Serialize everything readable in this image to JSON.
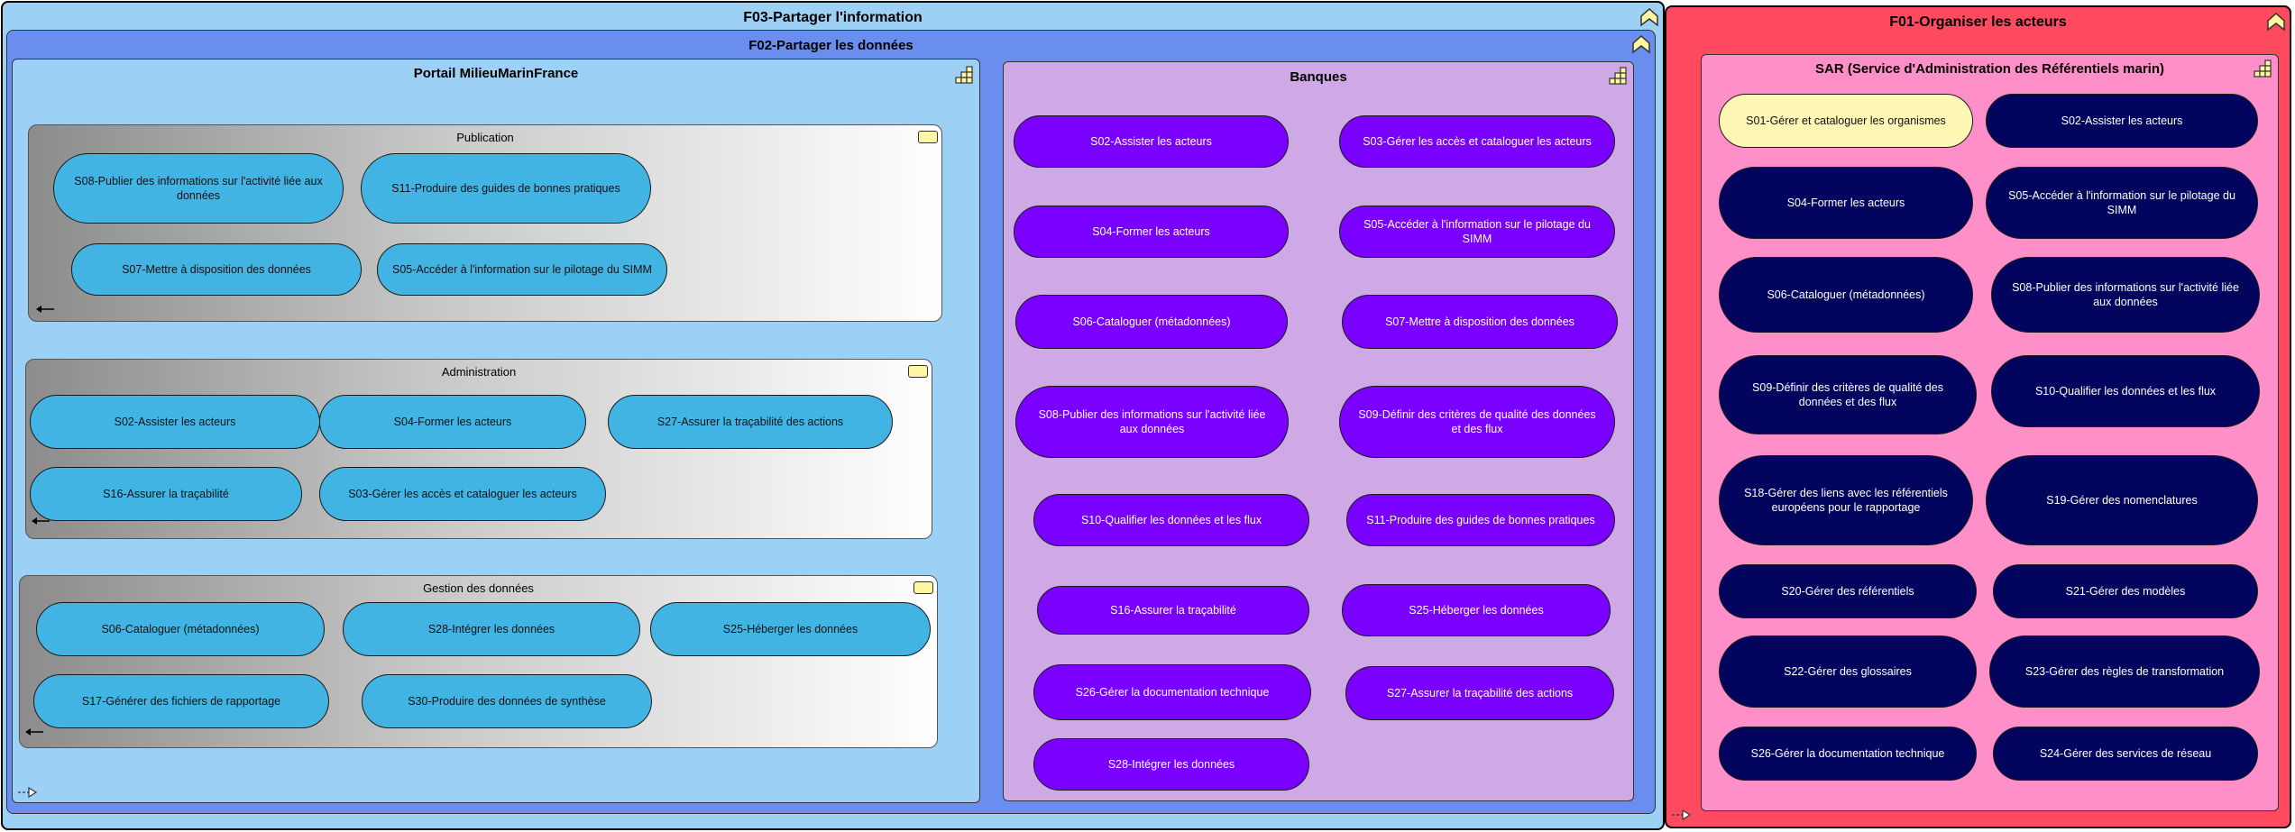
{
  "f03": {
    "title": "F03-Partager l'information"
  },
  "f02": {
    "title": "F02-Partager les données"
  },
  "portail": {
    "title": "Portail MilieuMarinFrance",
    "publication": {
      "title": "Publication",
      "items": [
        "S08-Publier des informations sur l'activité liée aux données",
        "S11-Produire des guides de bonnes pratiques",
        "S07-Mettre à disposition des données",
        "S05-Accéder à l'information sur le pilotage du SIMM"
      ]
    },
    "administration": {
      "title": "Administration",
      "items": [
        "S02-Assister les acteurs",
        "S04-Former les acteurs",
        "S27-Assurer la traçabilité des actions",
        "S16-Assurer la traçabilité",
        "S03-Gérer les accès et cataloguer les acteurs"
      ]
    },
    "gestion": {
      "title": "Gestion des données",
      "items": [
        "S06-Cataloguer (métadonnées)",
        "S28-Intégrer les données",
        "S25-Héberger les données",
        "S17-Générer des fichiers de rapportage",
        "S30-Produire des données de synthèse"
      ]
    }
  },
  "banques": {
    "title": "Banques",
    "items": [
      "S02-Assister les acteurs",
      "S03-Gérer les accès et cataloguer les acteurs",
      "S04-Former les acteurs",
      "S05-Accéder à l'information sur le pilotage du SIMM",
      "S06-Cataloguer (métadonnées)",
      "S07-Mettre à disposition des données",
      "S08-Publier des informations sur l'activité liée aux données",
      "S09-Définir des critères de qualité des données et des flux",
      "S10-Qualifier les données et les flux",
      "S11-Produire des guides de bonnes pratiques",
      "S16-Assurer la traçabilité",
      "S25-Héberger les données",
      "S26-Gérer la documentation technique",
      "S27-Assurer la traçabilité des actions",
      "S28-Intégrer les données"
    ]
  },
  "f01": {
    "title": "F01-Organiser les acteurs"
  },
  "sar": {
    "title": "SAR (Service d'Administration des Référentiels marin)",
    "items": [
      "S01-Gérer et cataloguer les organismes",
      "S02-Assister les acteurs",
      "S04-Former les acteurs",
      "S05-Accéder à l'information sur le pilotage du SIMM",
      "S06-Cataloguer (métadonnées)",
      "S08-Publier des informations sur l'activité liée aux données",
      "S09-Définir des critères de qualité des données et des flux",
      "S10-Qualifier les données et les flux",
      "S18-Gérer des liens avec les référentiels européens pour le rapportage",
      "S19-Gérer des nomenclatures",
      "S20-Gérer des référentiels",
      "S21-Gérer des modèles",
      "S22-Gérer des glossaires",
      "S23-Gérer des règles de transformation",
      "S26-Gérer la documentation technique",
      "S24-Gérer des services de réseau"
    ]
  },
  "colors": {
    "f03_bg": "#9dd0f5",
    "f02_bg": "#6a8df0",
    "banques_bg": "#cfa9e6",
    "f01_bg": "#ff4a5f",
    "sar_bg": "#ff8fc8",
    "cyan": "#42b4e4",
    "purple": "#7a00ff",
    "navy": "#03045e",
    "yellow": "#fdf6b5"
  }
}
